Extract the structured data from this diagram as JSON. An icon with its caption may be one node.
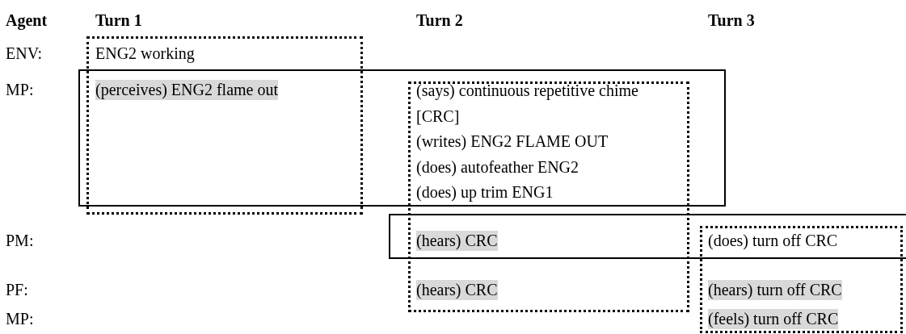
{
  "diagram": {
    "nodes": [
      {
        "text": [],
        "shape": "box"
      },
      {
        "text": [],
        "shape": "box"
      },
      {
        "text": [],
        "shape": "box"
      },
      {
        "text": [],
        "shape": "box"
      },
      {
        "text": [],
        "shape": "box"
      }
    ],
    "labels": [
      "Agent",
      "Turn 1",
      "Turn 2",
      "Turn 3",
      "ENV:",
      "ENG2 working",
      "MP:",
      "(perceives) ENG2 flame out",
      "(says) continuous repetitive chime [CRC]",
      "(writes) ENG2 FLAME OUT",
      "(does) autofeather ENG2",
      "(does) up trim ENG1",
      "PM:",
      "(hears) CRC",
      "(does) turn off CRC",
      "PF:",
      "(hears) CRC",
      "(hears) turn off CRC",
      "MP:",
      "(feels) turn off CRC"
    ]
  }
}
